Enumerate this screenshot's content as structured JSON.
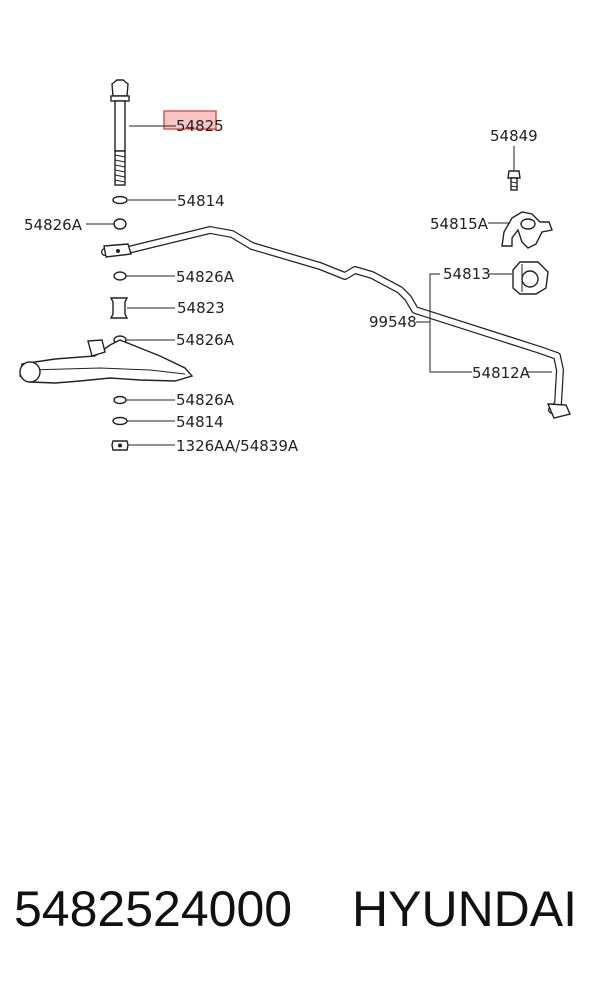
{
  "labels": {
    "bolt": "54825",
    "washer_top": "54814",
    "bushing_left_upper": "54826A",
    "bushing_mid_1": "54826A",
    "spacer": "54823",
    "bushing_mid_2": "54826A",
    "bushing_lower": "54826A",
    "washer_bottom": "54814",
    "nut": "1326AA/54839A",
    "clamp_bolt": "54849",
    "bracket": "54815A",
    "bar_bushing": "54813",
    "bar_assy": "99548",
    "bar": "54812A"
  },
  "footer": {
    "part_number": "5482524000",
    "brand": "HYUNDAI"
  },
  "highlight": {
    "target": "54825",
    "color": "#e05656"
  }
}
